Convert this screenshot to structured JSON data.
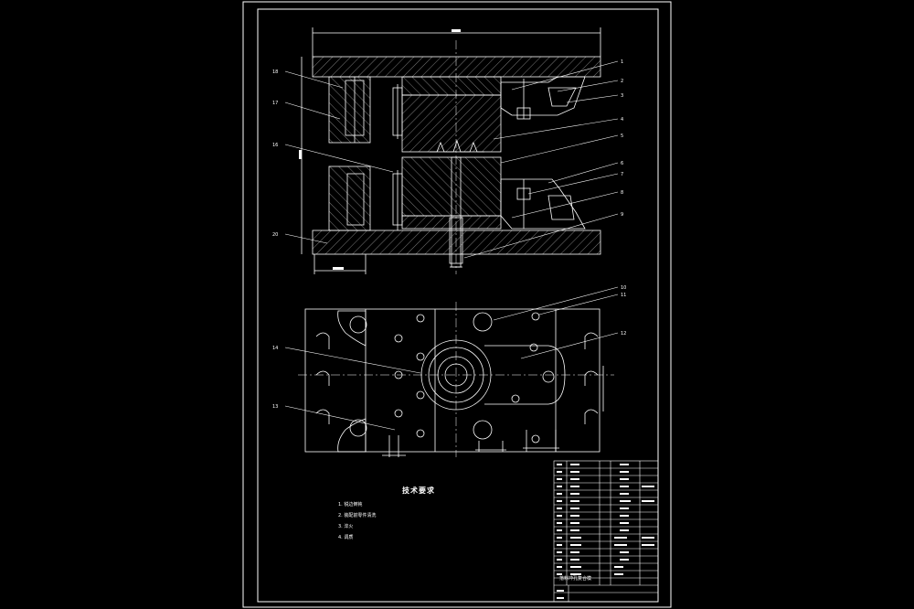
{
  "drawing": {
    "leaders_top": [
      {
        "label": "18"
      },
      {
        "label": "17"
      },
      {
        "label": "16"
      },
      {
        "label": "20"
      },
      {
        "label": "1"
      },
      {
        "label": "2"
      },
      {
        "label": "3"
      },
      {
        "label": "4"
      },
      {
        "label": "5"
      },
      {
        "label": "6"
      },
      {
        "label": "7"
      },
      {
        "label": "8"
      },
      {
        "label": "9"
      }
    ],
    "leaders_bottom": [
      {
        "label": "10"
      },
      {
        "label": "11"
      },
      {
        "label": "12"
      },
      {
        "label": "14"
      },
      {
        "label": "13"
      }
    ],
    "tech_title": "技术要求",
    "tech_notes": [
      "1. 锐边倒钝",
      "2. 装配前零件清洗",
      "3. 淬火",
      "4. 调质"
    ],
    "title_block_name": "落料冲孔复合模"
  }
}
